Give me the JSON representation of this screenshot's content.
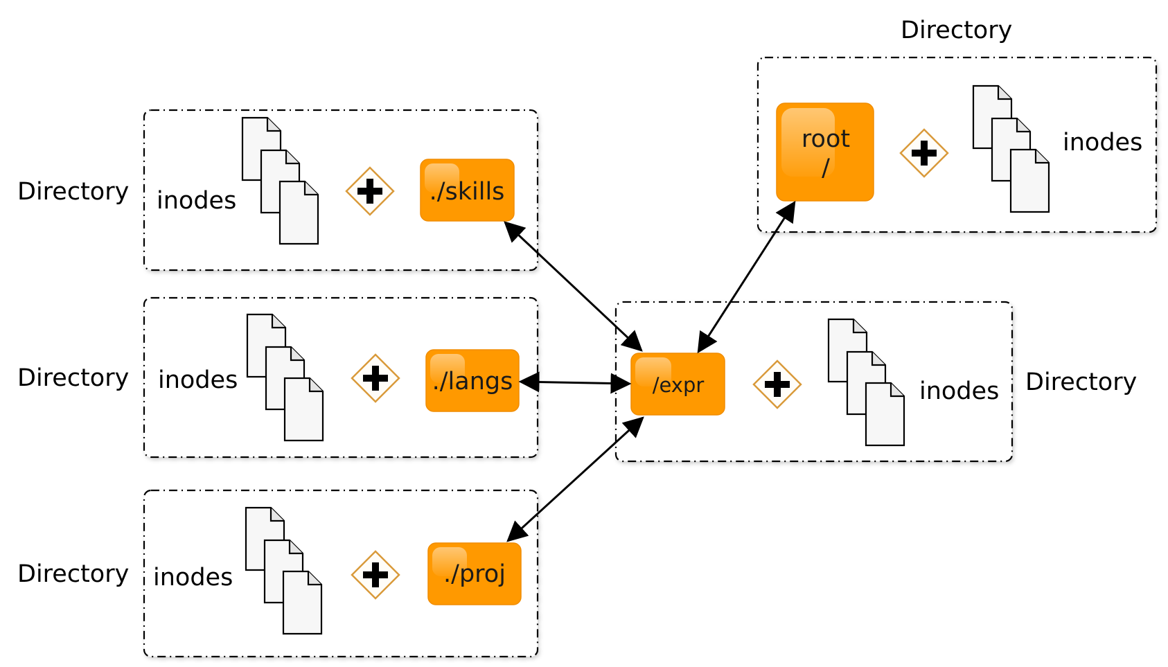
{
  "directories": [
    {
      "id": "skills",
      "label": "Directory",
      "inodes_label": "inodes",
      "node_label": "./skills"
    },
    {
      "id": "langs",
      "label": "Directory",
      "inodes_label": "inodes",
      "node_label": "./langs"
    },
    {
      "id": "proj",
      "label": "Directory",
      "inodes_label": "inodes",
      "node_label": "./proj"
    },
    {
      "id": "root",
      "label": "Directory",
      "inodes_label": "inodes",
      "node_label_line1": "root",
      "node_label_line2": "/"
    },
    {
      "id": "expr",
      "label": "Directory",
      "inodes_label": "inodes",
      "node_label": "/expr"
    }
  ],
  "colors": {
    "node_fill": "#ff9900",
    "node_stroke": "#e08600",
    "join_stroke": "#d99a3a",
    "box_stroke": "#000000",
    "arrow": "#000000"
  },
  "icons": {
    "inode": "file-stack-icon",
    "join": "plus-diamond-icon"
  }
}
